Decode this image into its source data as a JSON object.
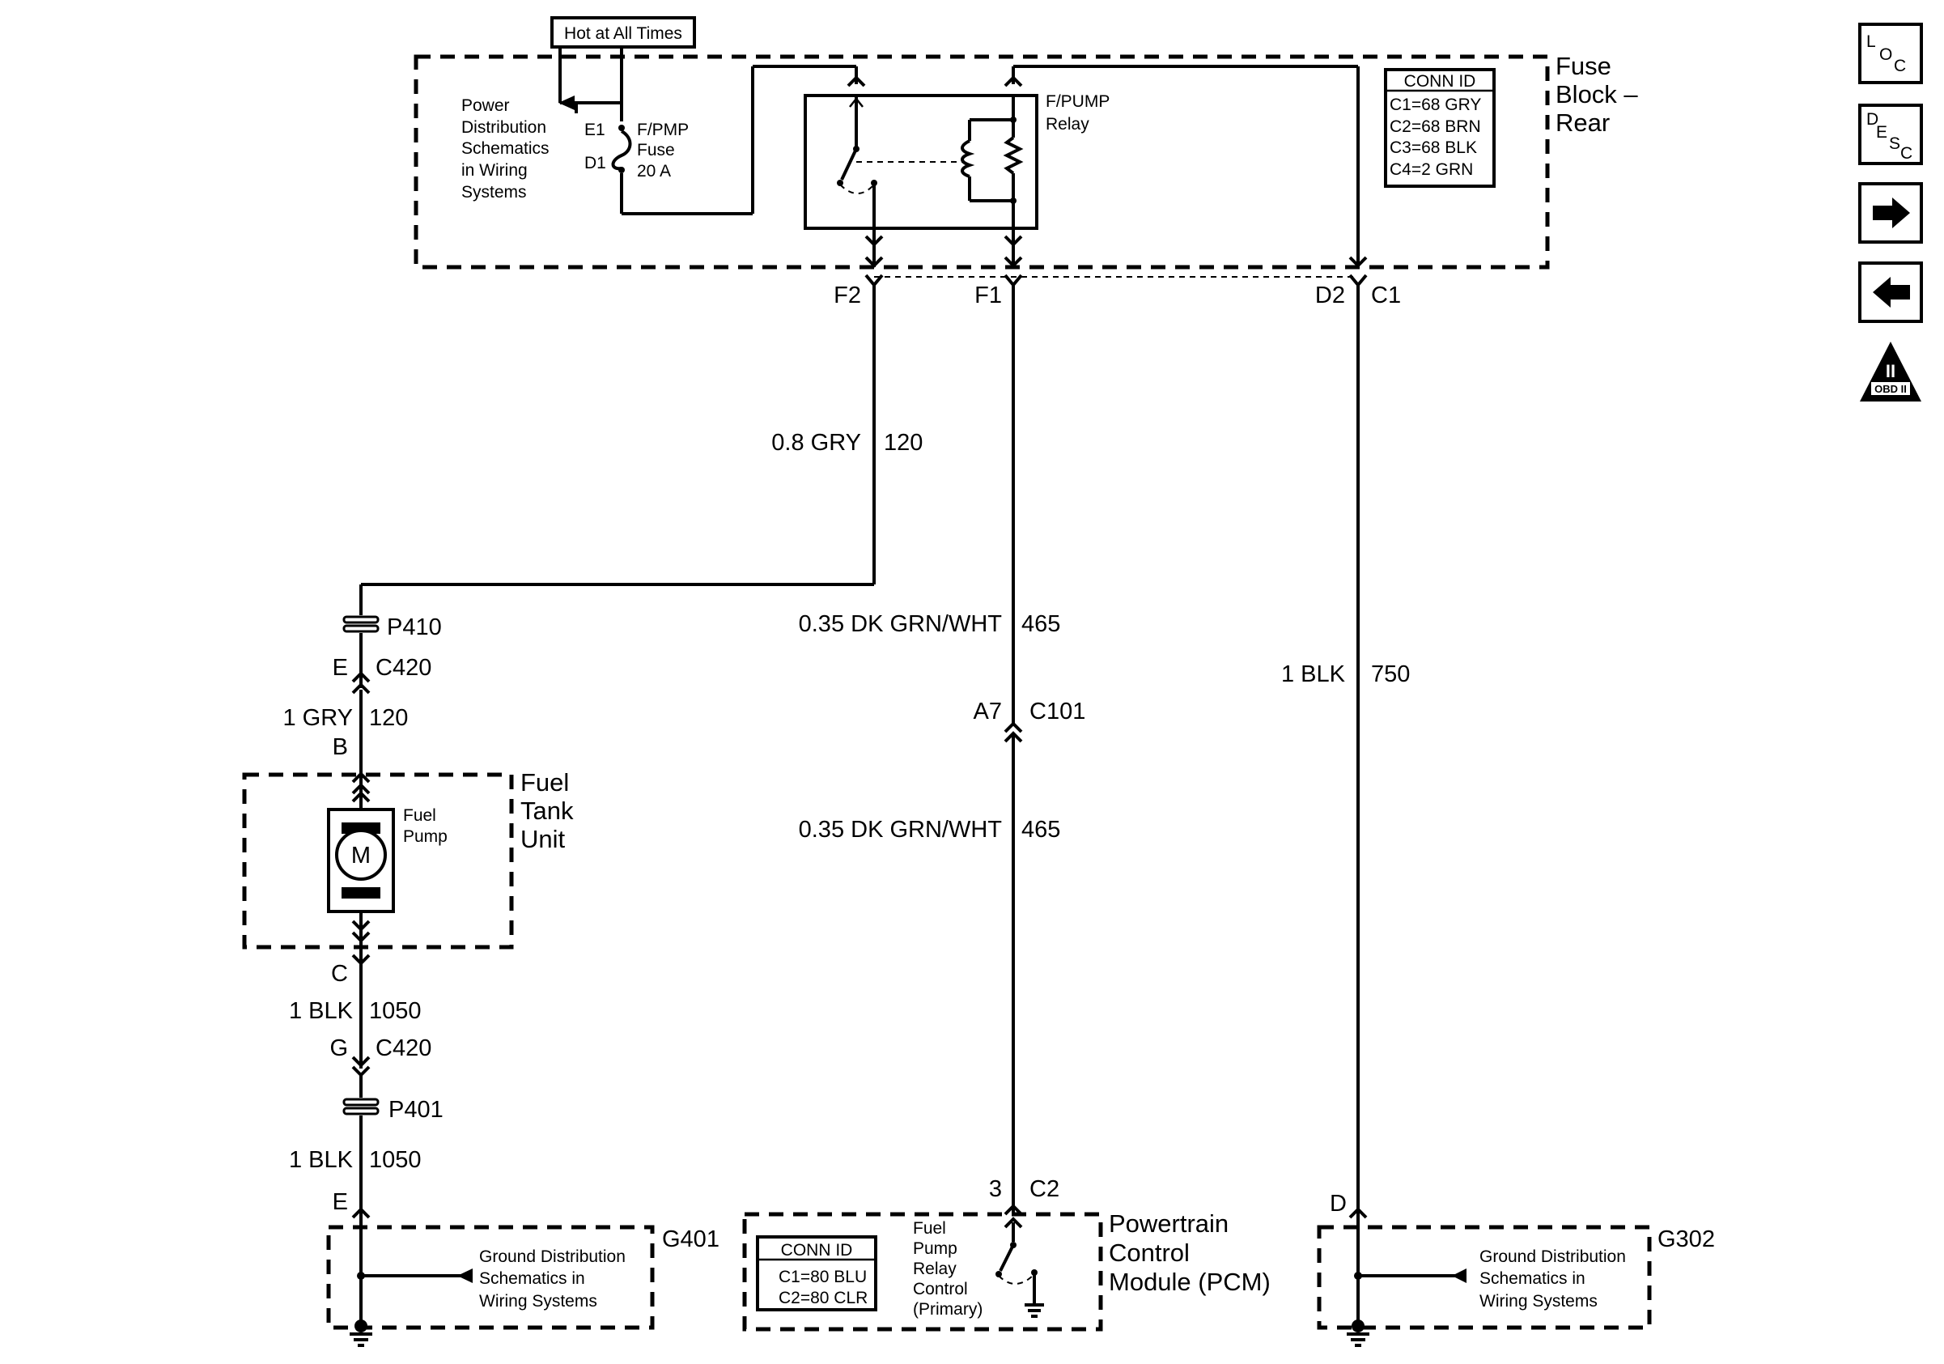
{
  "hot_label": "Hot at All Times",
  "fuse_block": {
    "title_line1": "Fuse",
    "title_line2": "Block –",
    "title_line3": "Rear",
    "power_dist": [
      "Power",
      "Distribution",
      "Schematics",
      "in Wiring",
      "Systems"
    ],
    "fuse_pins": [
      "E1",
      "D1"
    ],
    "fuse_name": [
      "F/PMP",
      "Fuse",
      "20 A"
    ],
    "relay_name": [
      "F/PUMP",
      "Relay"
    ],
    "conn_id": {
      "header": "CONN ID",
      "rows": [
        "C1=68 GRY",
        "C2=68 BRN",
        "C3=68 BLK",
        "C4=2 GRN"
      ]
    },
    "terminals": [
      "F2",
      "F1",
      "D2",
      "C1"
    ]
  },
  "wires": {
    "w1_size_color": "0.8 GRY",
    "w1_circuit": "120",
    "w2a_size_color": "0.35 DK GRN/WHT",
    "w2a_circuit": "465",
    "w2b_size_color": "0.35 DK GRN/WHT",
    "w2b_circuit": "465",
    "w3_size_color": "1 BLK",
    "w3_circuit": "750",
    "w4_size_color": "1 GRY",
    "w4_circuit": "120",
    "w5_size_color": "1 BLK",
    "w5_circuit": "1050",
    "w6_size_color": "1 BLK",
    "w6_circuit": "1050"
  },
  "connectors": {
    "p410": "P410",
    "c420_top_pin": "E",
    "c420_top": "C420",
    "pin_b": "B",
    "pin_c": "C",
    "c420_bot_pin": "G",
    "c420_bot": "C420",
    "p401": "P401",
    "pin_e": "E",
    "c101_pin": "A7",
    "c101": "C101",
    "c2_pin": "3",
    "c2": "C2",
    "pin_d": "D"
  },
  "fuel_tank": {
    "title": [
      "Fuel",
      "Tank",
      "Unit"
    ],
    "pump_label": [
      "Fuel",
      "Pump"
    ],
    "motor_symbol": "M"
  },
  "pcm": {
    "title": [
      "Powertrain",
      "Control",
      "Module (PCM)"
    ],
    "control_label": [
      "Fuel",
      "Pump",
      "Relay",
      "Control",
      "(Primary)"
    ],
    "conn_id": {
      "header": "CONN ID",
      "rows": [
        "C1=80 BLU",
        "C2=80 CLR"
      ]
    }
  },
  "grounds": {
    "g401": {
      "id": "G401",
      "text": [
        "Ground Distribution",
        "Schematics in",
        "Wiring Systems"
      ]
    },
    "g302": {
      "id": "G302",
      "text": [
        "Ground Distribution",
        "Schematics in",
        "Wiring Systems"
      ]
    }
  },
  "nav": {
    "loc": [
      "L",
      "O",
      "C"
    ],
    "desc": [
      "D",
      "E",
      "S",
      "C"
    ],
    "next_icon": "arrow-right-icon",
    "prev_icon": "arrow-left-icon",
    "obd_numeral": "II",
    "obd_label": "OBD II"
  }
}
